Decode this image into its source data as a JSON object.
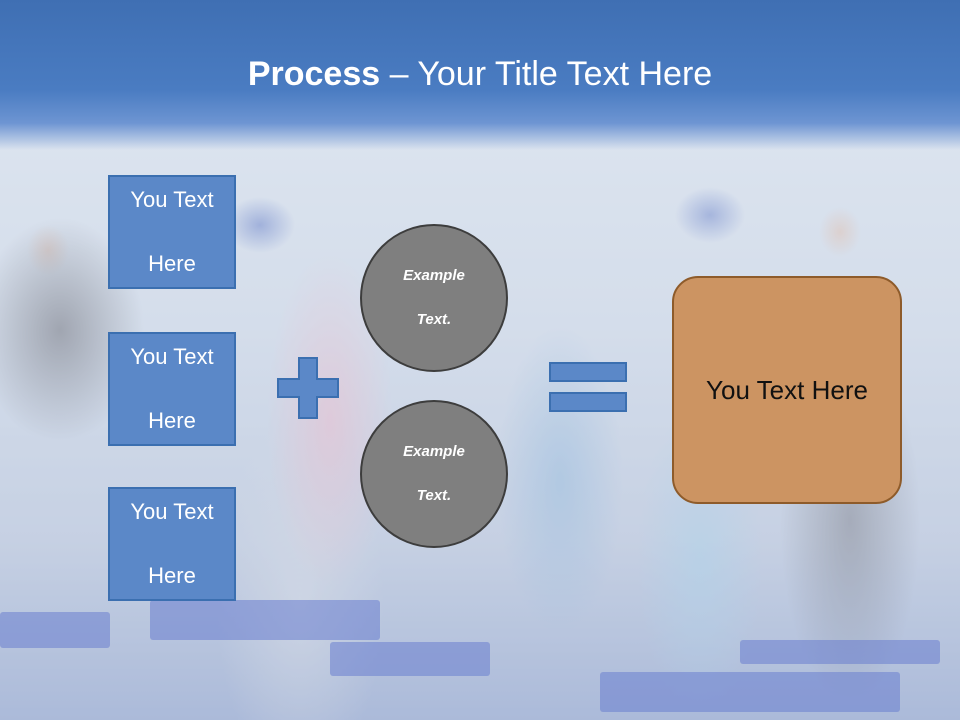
{
  "slide": {
    "title_bold": "Process",
    "title_rest": " – Your Title Text Here",
    "left_boxes": [
      {
        "line1": "You Text",
        "line2": "Here"
      },
      {
        "line1": "You Text",
        "line2": "Here"
      },
      {
        "line1": "You Text",
        "line2": "Here"
      }
    ],
    "circles": [
      {
        "line1": "Example",
        "line2": "Text."
      },
      {
        "line1": "Example",
        "line2": "Text."
      }
    ],
    "result_text": "You Text Here",
    "colors": {
      "header": "#4a7cc2",
      "box_fill": "#5b88c8",
      "box_border": "#3b6fb0",
      "circle_fill": "#7f7f7f",
      "result_fill": "#cc9462",
      "result_border": "#8e5b2a"
    },
    "icons": [
      "plus-icon",
      "equals-icon"
    ]
  }
}
